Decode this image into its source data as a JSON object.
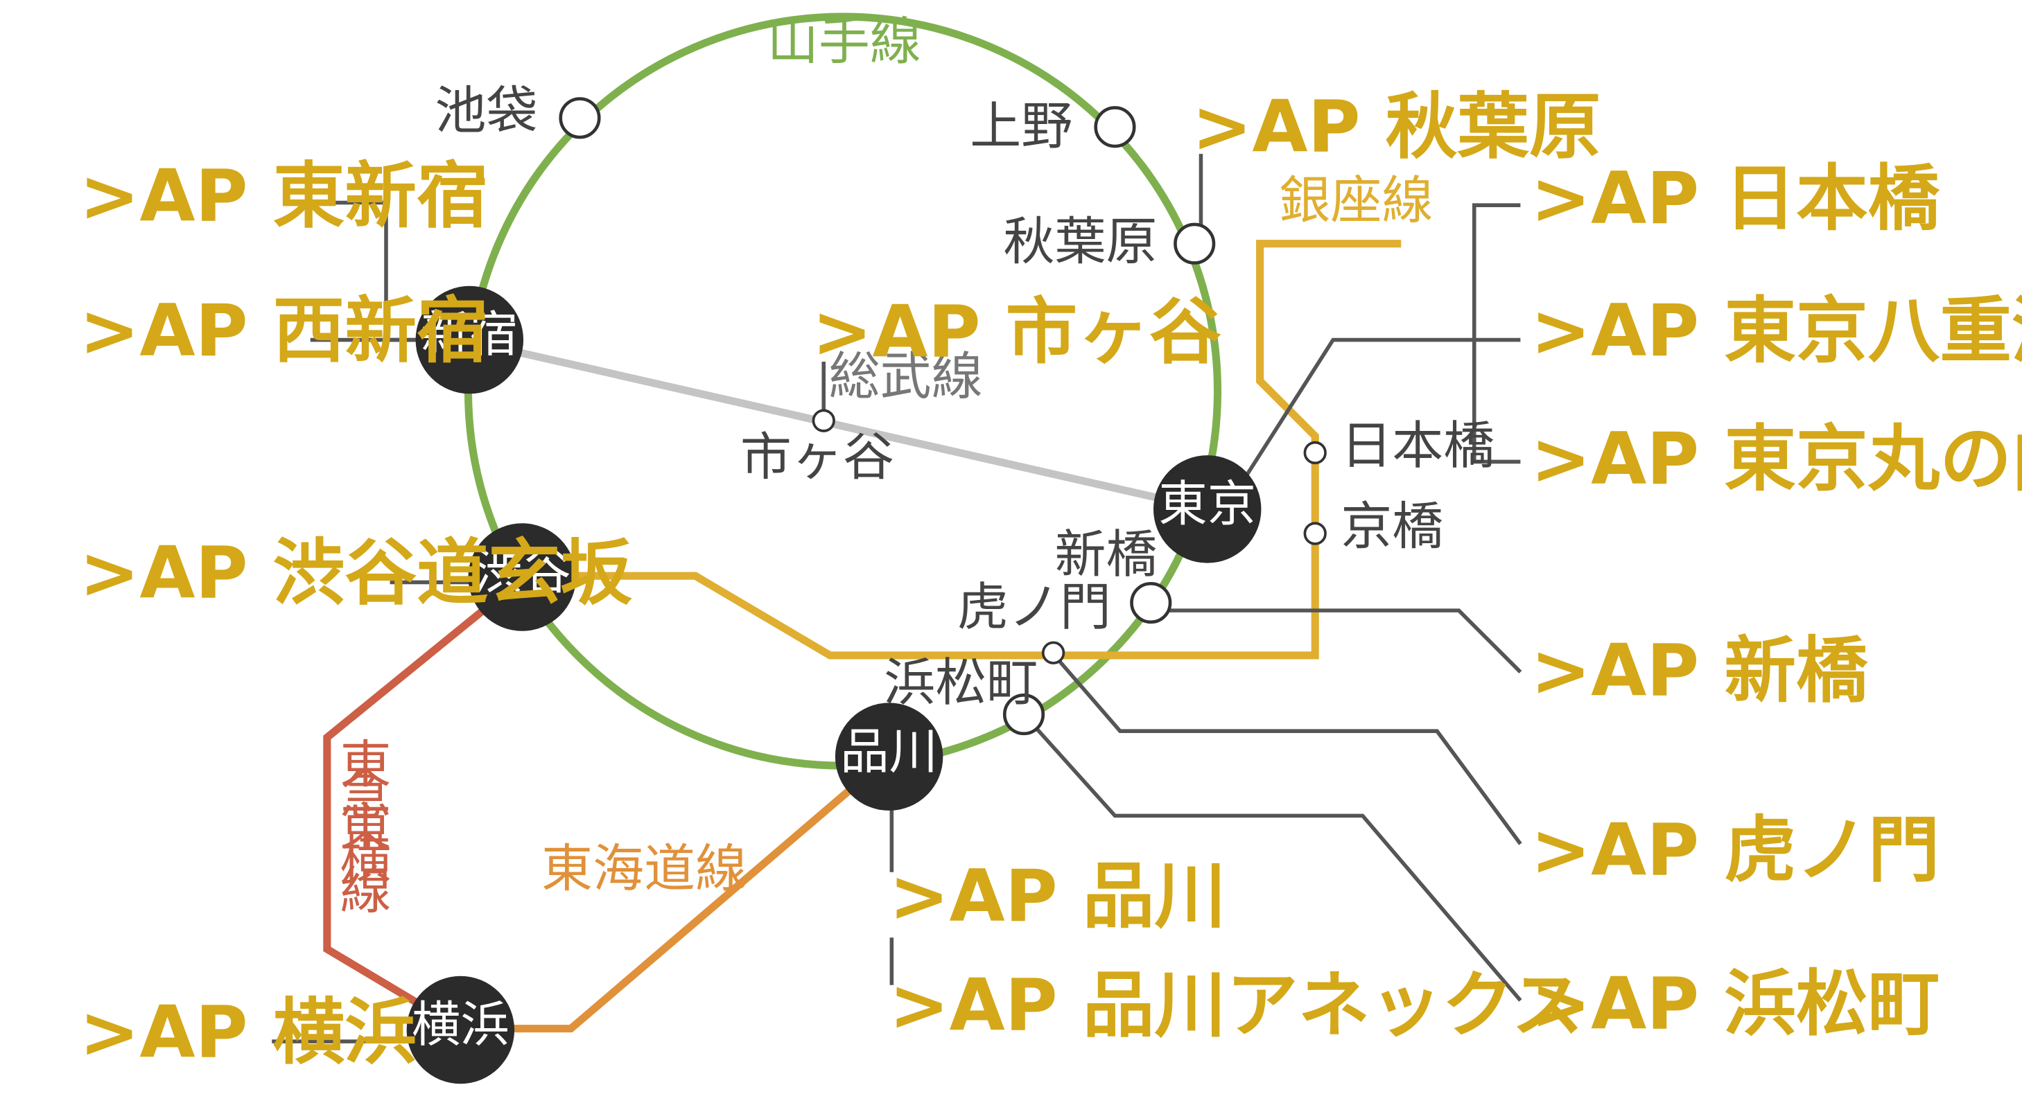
{
  "colors": {
    "yamanote": "#7fb04e",
    "ginza": "#e0ae30",
    "sobu": "#c4c4c4",
    "tokyu": "#cc5f45",
    "tokaido": "#e0913a",
    "hub": "#2b2b2b",
    "ap_text": "#d4a818",
    "connector": "#555555"
  },
  "lines": {
    "yamanote": "山手線",
    "ginza": "銀座線",
    "sobu": "総武線",
    "tokyu_toyoko": "東急東横線",
    "tokaido": "東海道線"
  },
  "hubs": {
    "shinjuku": "新宿",
    "shibuya": "渋谷",
    "tokyo": "東京",
    "shinagawa": "品川",
    "yokohama": "横浜"
  },
  "stations": {
    "ikebukuro": "池袋",
    "ueno": "上野",
    "akihabara": "秋葉原",
    "ichigaya": "市ヶ谷",
    "nihonbashi": "日本橋",
    "kyobashi": "京橋",
    "shimbashi": "新橋",
    "toranomon": "虎ノ門",
    "hamamatsucho": "浜松町"
  },
  "ap_locations": {
    "higashi_shinjuku": ">AP 東新宿",
    "nishi_shinjuku": ">AP 西新宿",
    "shibuya_dogenzaka": ">AP 渋谷道玄坂",
    "yokohama": ">AP 横浜",
    "akihabara": ">AP 秋葉原",
    "ichigaya": ">AP 市ヶ谷",
    "nihonbashi": ">AP 日本橋",
    "tokyo_yaesu": ">AP 東京八重洲",
    "tokyo_marunouchi": ">AP 東京丸の内",
    "shimbashi": ">AP 新橋",
    "toranomon": ">AP 虎ノ門",
    "hamamatsucho": ">AP 浜松町",
    "shinagawa": ">AP 品川",
    "shinagawa_annex": ">AP 品川アネックス"
  }
}
